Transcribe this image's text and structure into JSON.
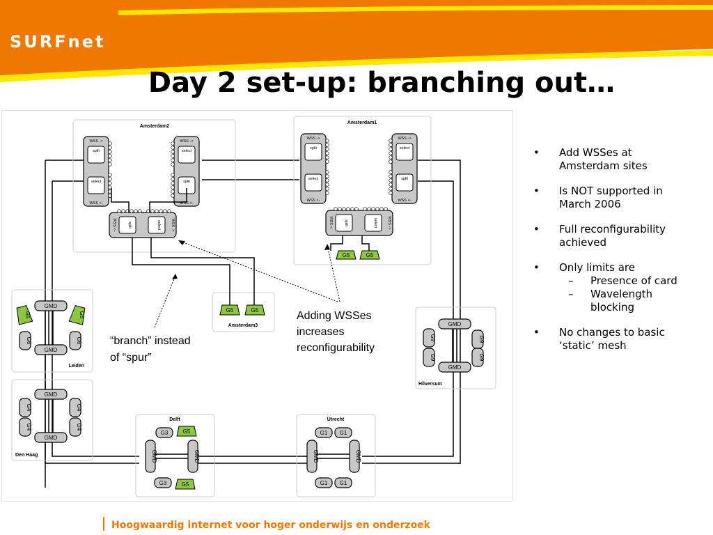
{
  "header": {
    "logo": "SURFnet",
    "title": "Day 2 set-up: branching out…"
  },
  "colors": {
    "orange": "#f07800",
    "yellow": "#ffe800",
    "green": "#8dc63f",
    "grey_box": "#c8c8c8"
  },
  "sites": {
    "amsterdam2": "Amsterdam2",
    "amsterdam1": "Amsterdam1",
    "amsterdam3": "Amsterdam3",
    "leiden": "Leiden",
    "den_haag": "Den Haag",
    "delft": "Delft",
    "utrecht": "Utrecht",
    "hilversum": "Hilversum"
  },
  "labels": {
    "wss_in": "WSS ->",
    "wss_out": "WSS <-",
    "split": "split",
    "select": "select",
    "gmd": "GMD",
    "g1": "G1",
    "g3": "G3",
    "g4": "G4",
    "g5": "G5",
    "g6": "G6",
    "g9": "G9"
  },
  "annotations": {
    "branch_1": "“branch” instead",
    "branch_2": "of “spur”",
    "adding_1": "Adding WSSes",
    "adding_2": "increases",
    "adding_3": "reconfigurability"
  },
  "bullets": [
    {
      "lines": [
        "Add WSSes at",
        "Amsterdam sites"
      ]
    },
    {
      "lines": [
        "Is NOT supported in",
        "March 2006"
      ]
    },
    {
      "lines": [
        "Full reconfigurability",
        "achieved"
      ]
    },
    {
      "lines": [
        "Only limits are"
      ],
      "sub": [
        {
          "lines": [
            "Presence of card"
          ]
        },
        {
          "lines": [
            "Wavelength",
            "blocking"
          ]
        }
      ]
    },
    {
      "lines": [
        "No changes to basic",
        "‘static’ mesh"
      ]
    }
  ],
  "footer": "Hoogwaardig internet voor hoger onderwijs en onderzoek"
}
